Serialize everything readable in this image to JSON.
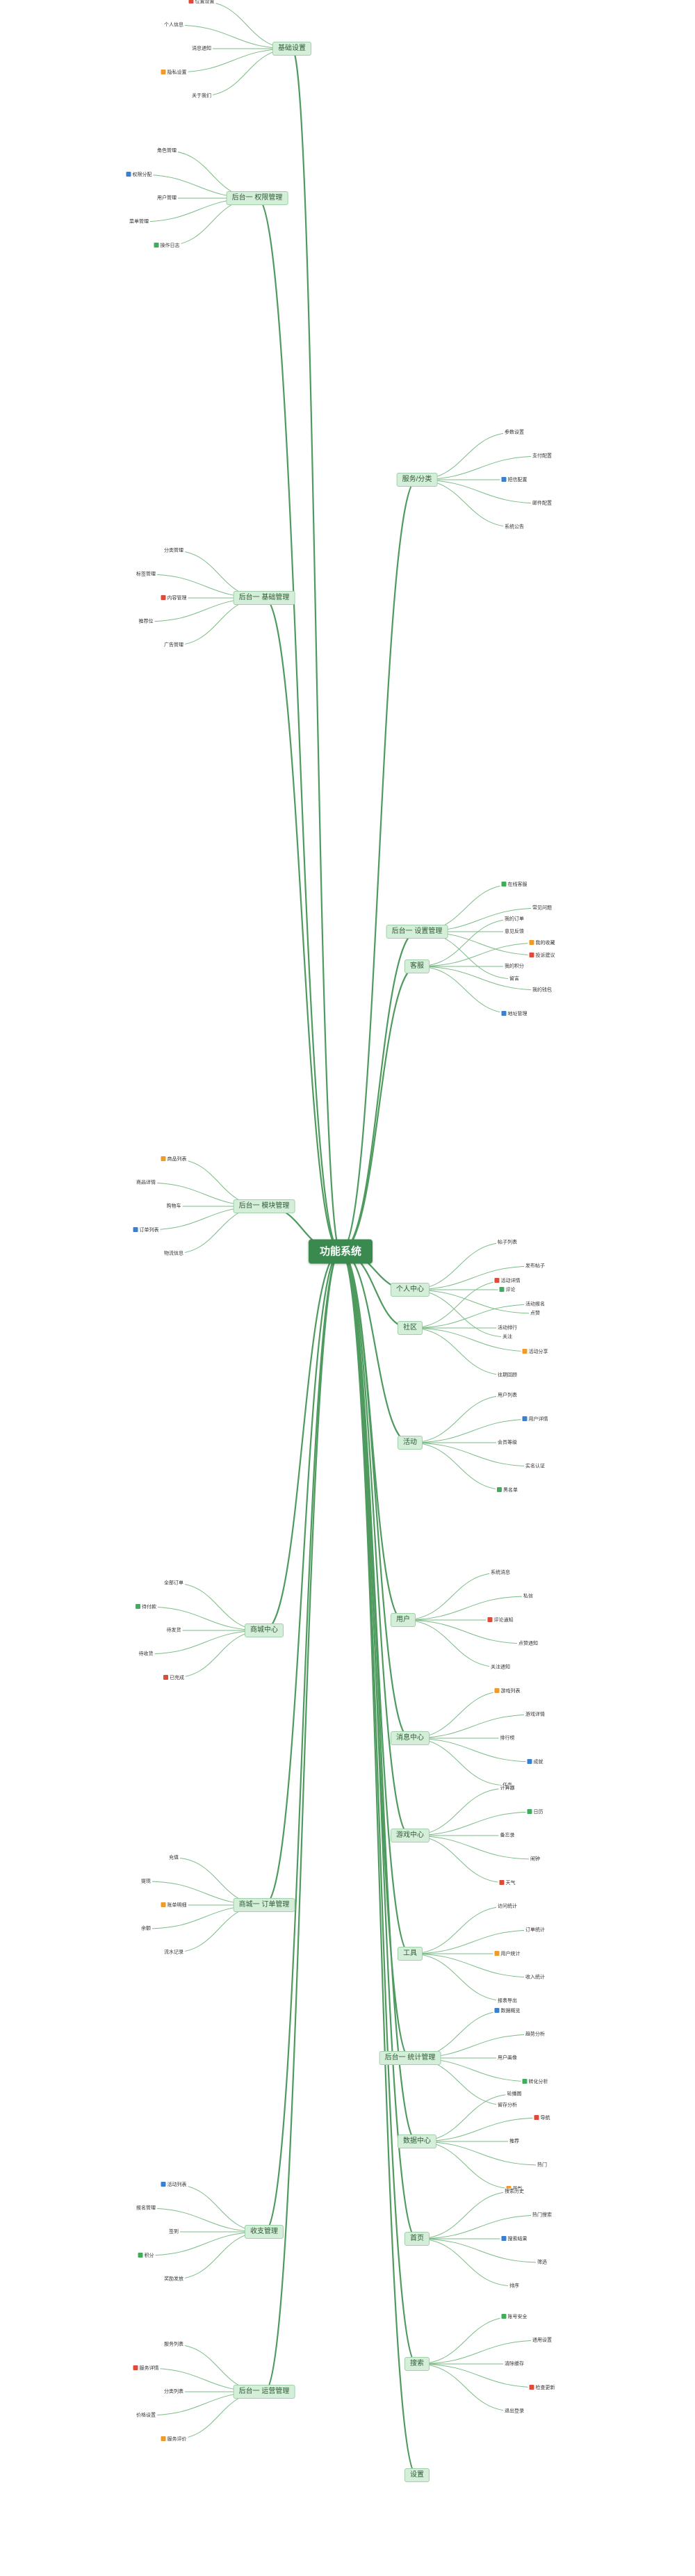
{
  "root": {
    "label": "功能系统"
  },
  "branches": [
    {
      "label": "基础设置"
    },
    {
      "label": "后台一 权限管理"
    },
    {
      "label": "后台一 基础管理"
    },
    {
      "label": "后台一 模块管理"
    },
    {
      "label": "商城中心"
    },
    {
      "label": "商城一 订单管理"
    },
    {
      "label": "收支管理"
    },
    {
      "label": "后台一 运营管理"
    },
    {
      "label": "服务/分类"
    },
    {
      "label": "后台一 设置管理"
    },
    {
      "label": "客服"
    },
    {
      "label": "个人中心"
    },
    {
      "label": "社区"
    },
    {
      "label": "活动"
    },
    {
      "label": "用户"
    },
    {
      "label": "消息中心"
    },
    {
      "label": "游戏中心"
    },
    {
      "label": "工具"
    },
    {
      "label": "后台一 统计管理"
    },
    {
      "label": "数据中心"
    },
    {
      "label": "首页"
    },
    {
      "label": "搜索"
    },
    {
      "label": "设置"
    }
  ],
  "details": [
    "位置设置",
    "个人信息",
    "消息通知",
    "隐私设置",
    "关于我们",
    "角色管理",
    "权限分配",
    "用户管理",
    "菜单管理",
    "操作日志",
    "分类管理",
    "标签管理",
    "内容管理",
    "推荐位",
    "广告管理",
    "商品列表",
    "商品详情",
    "购物车",
    "订单列表",
    "物流信息",
    "全部订单",
    "待付款",
    "待发货",
    "待收货",
    "已完成",
    "充值",
    "提现",
    "账单明细",
    "余额",
    "流水记录",
    "活动列表",
    "报名管理",
    "签到",
    "积分",
    "奖励发放",
    "服务列表",
    "服务详情",
    "分类列表",
    "价格设置",
    "服务评价",
    "参数设置",
    "支付配置",
    "短信配置",
    "邮件配置",
    "系统公告",
    "在线客服",
    "常见问题",
    "意见反馈",
    "投诉建议",
    "留言",
    "我的订单",
    "我的收藏",
    "我的积分",
    "我的钱包",
    "地址管理",
    "帖子列表",
    "发布帖子",
    "评论",
    "点赞",
    "关注",
    "活动详情",
    "活动报名",
    "活动排行",
    "活动分享",
    "往期回顾",
    "用户列表",
    "用户详情",
    "会员等级",
    "实名认证",
    "黑名单",
    "系统消息",
    "私信",
    "评论通知",
    "点赞通知",
    "关注通知",
    "游戏列表",
    "游戏详情",
    "排行榜",
    "成就",
    "任务",
    "计算器",
    "日历",
    "备忘录",
    "闹钟",
    "天气",
    "访问统计",
    "订单统计",
    "用户统计",
    "收入统计",
    "报表导出",
    "数据概览",
    "趋势分析",
    "用户画像",
    "转化分析",
    "留存分析",
    "轮播图",
    "导航",
    "推荐",
    "热门",
    "最新",
    "搜索历史",
    "热门搜索",
    "搜索结果",
    "筛选",
    "排序",
    "账号安全",
    "通用设置",
    "清除缓存",
    "检查更新",
    "退出登录"
  ],
  "palette": {
    "line": "#4f9a5e",
    "leaf_line": "#7bbb86",
    "root_fill": "#3a8a4f",
    "branch_fill": "#d5eed9",
    "marker_red": "#e04a3a",
    "marker_green": "#3fae5a",
    "marker_blue": "#3a7fd0",
    "marker_orange": "#f09a2a"
  }
}
